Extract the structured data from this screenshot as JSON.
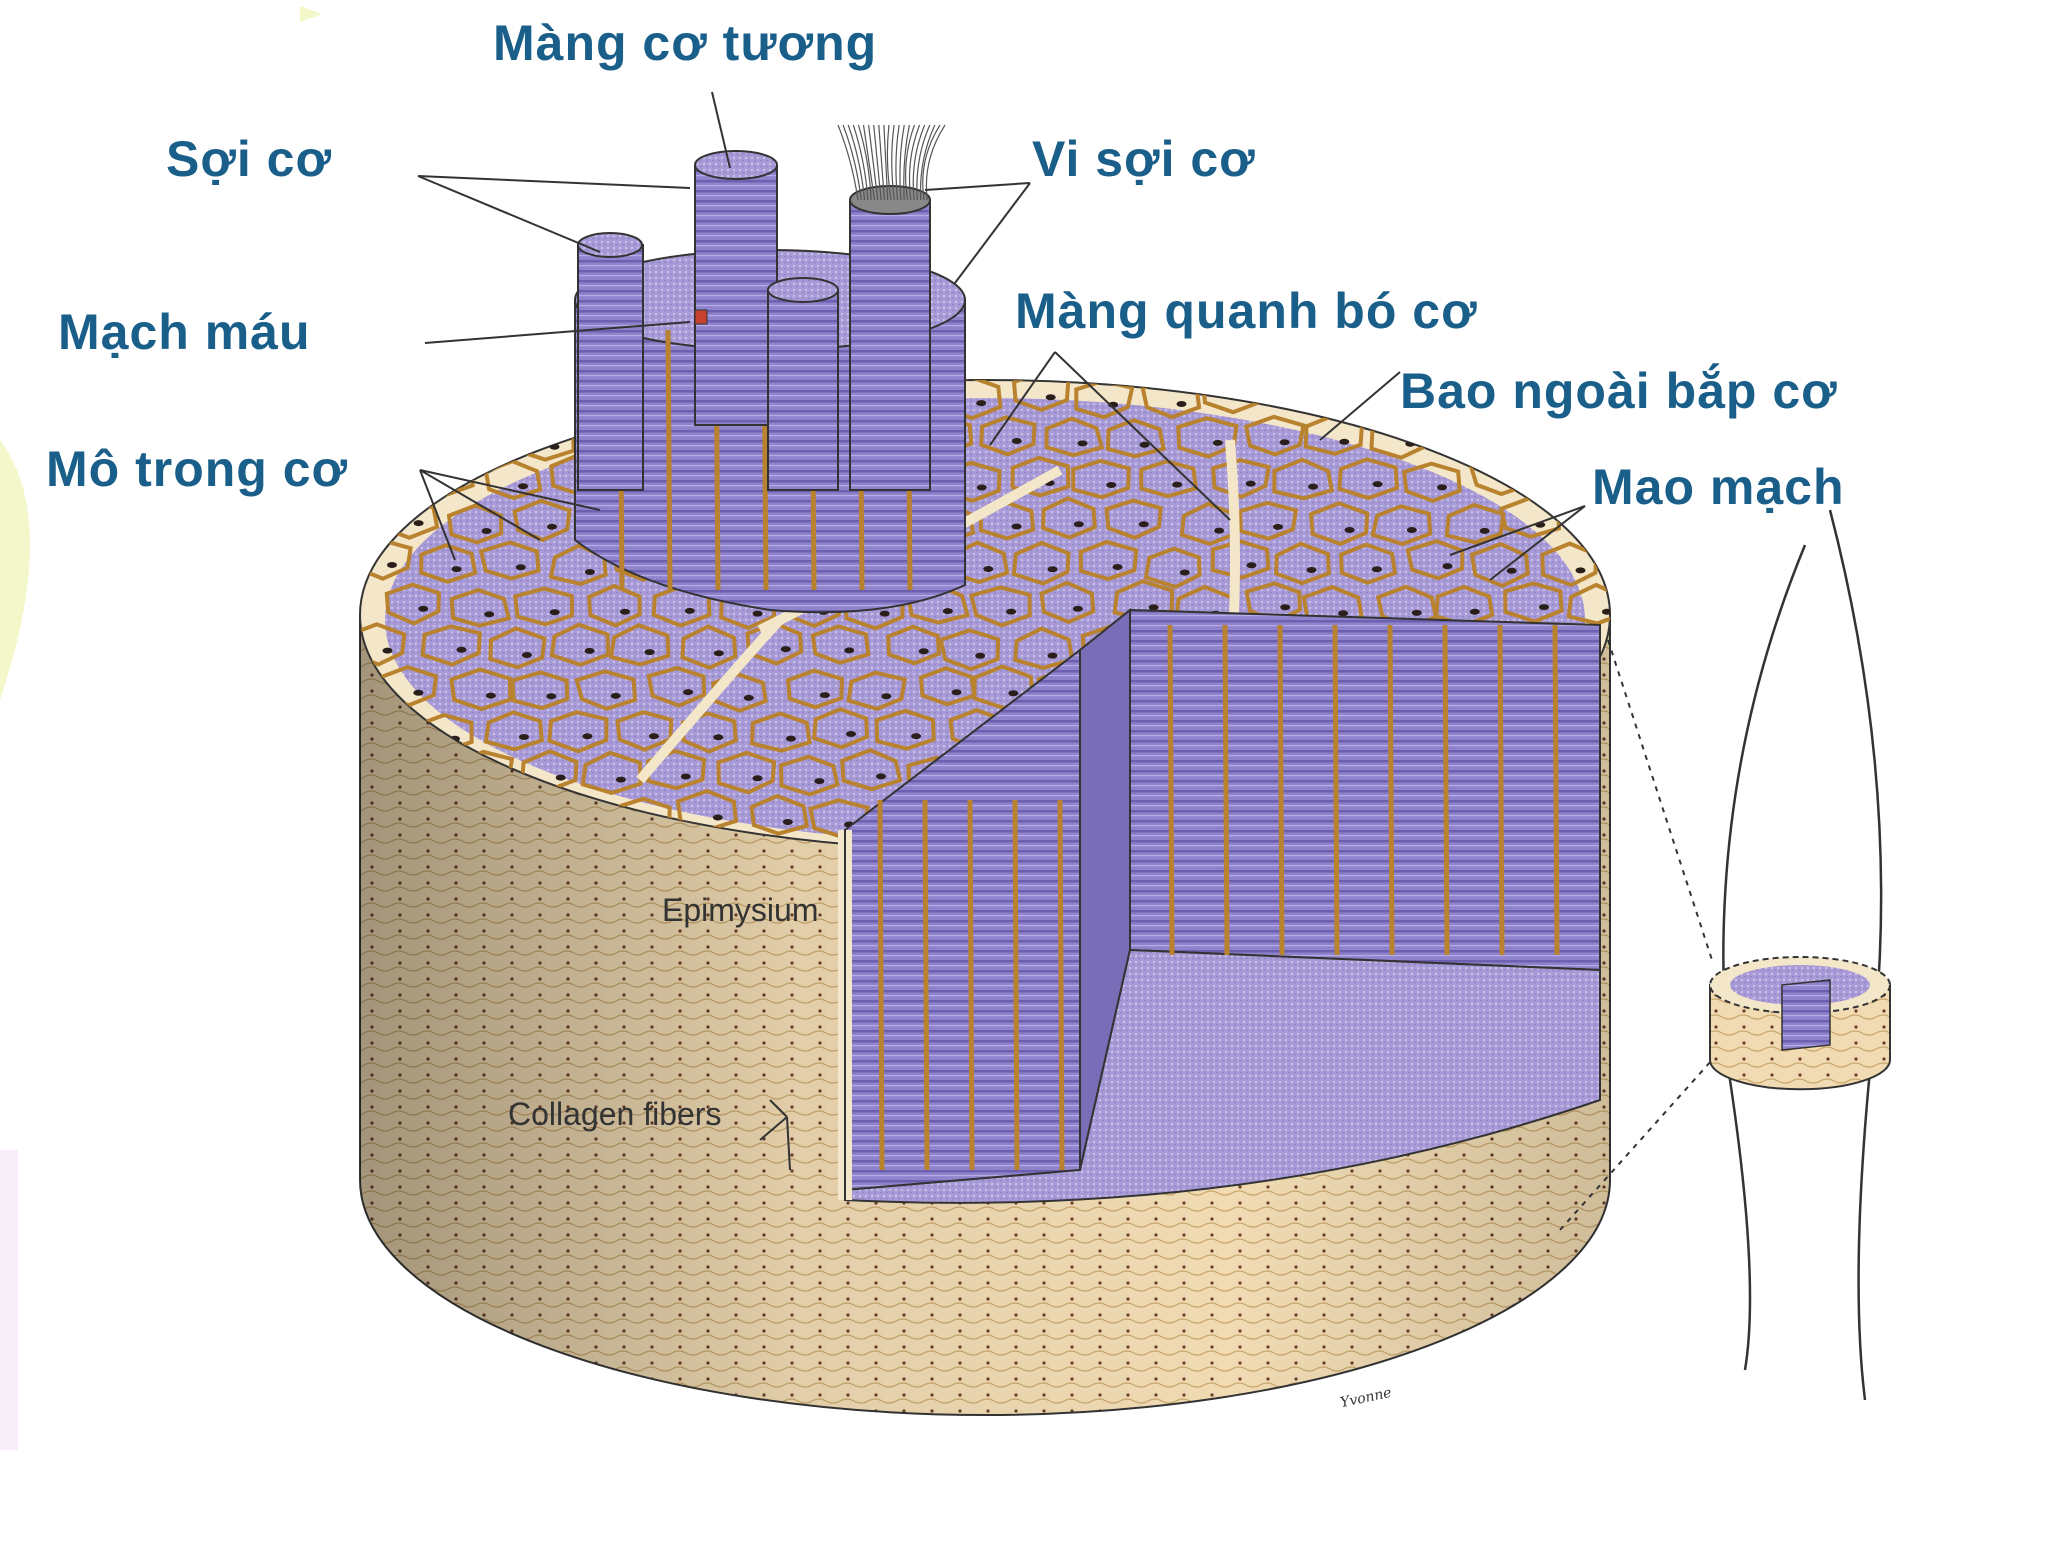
{
  "labels": {
    "sarcolemma": "Màng cơ tương",
    "muscle_fiber": "Sợi cơ",
    "myofibril": "Vi sợi cơ",
    "blood_vessel": "Mạch máu",
    "perimysium": "Màng quanh bó cơ",
    "epimysium_vn": "Bao ngoài bắp cơ",
    "endomysium": "Mô trong cơ",
    "capillary": "Mao mạch",
    "epimysium": "Epimysium",
    "collagen_fibers": "Collagen fibers"
  },
  "signature": "Yvonne",
  "colors": {
    "label": "#1a5e8a",
    "inner_label": "#333333",
    "fiber": "#9b8fd0",
    "fiber_dark": "#6f62b0",
    "connective": "#b9822e",
    "epimysium": "#f1dcb6",
    "epimysium_dark": "#d9bd8b",
    "background_accent": "#f3f7c9"
  }
}
